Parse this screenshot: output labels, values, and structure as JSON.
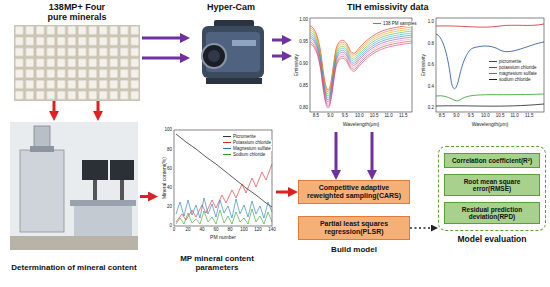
{
  "diagram": {
    "nodes": [
      {
        "text": [
          "138MP+ Four pure minerals"
        ]
      },
      {
        "text": [
          "Hyper-Cam"
        ]
      },
      {
        "text": [
          "TIH emissivity data"
        ]
      },
      {
        "text": [
          "Determination of mineral content"
        ]
      },
      {
        "text": [
          "MP mineral content parameters"
        ]
      },
      {
        "text": [
          "Competitive adaptive reweighted sampling(CARS)"
        ]
      },
      {
        "text": [
          "Partial least squares regression(PLSR)"
        ]
      },
      {
        "text": [
          "Model evaluation"
        ]
      },
      {
        "text": [
          "Correlation coefficient(R²)"
        ],
        "in": 7
      },
      {
        "text": [
          "Root mean square error(RMSE)"
        ],
        "in": 7
      },
      {
        "text": [
          "Residual prediction deviation(RPD)"
        ],
        "in": 7
      }
    ],
    "edges": [
      {
        "from": 0,
        "to": 1,
        "arrow": "to"
      },
      {
        "from": 0,
        "to": 1,
        "arrow": "to"
      },
      {
        "from": 1,
        "to": 2,
        "arrow": "to"
      },
      {
        "from": 1,
        "to": 2,
        "arrow": "to"
      },
      {
        "from": 2,
        "to": 5,
        "arrow": "to"
      },
      {
        "from": 2,
        "to": 5,
        "arrow": "to"
      },
      {
        "from": 0,
        "to": 3,
        "arrow": "to"
      },
      {
        "from": 0,
        "to": 3,
        "arrow": "to"
      },
      {
        "from": 3,
        "to": 4,
        "arrow": "to"
      },
      {
        "from": 4,
        "to": 5,
        "arrow": "to"
      },
      {
        "from": 6,
        "to": 7,
        "arrow": "to"
      }
    ],
    "labels": [
      "Build model",
      "Emissivity",
      "Wavelength(μm)",
      "8.5",
      "9.0",
      "9.5",
      "10.0",
      "10.5",
      "11.0",
      "11.5",
      "1.00",
      "0.95",
      "0.90",
      "0.85",
      "0.80",
      "Emissivity",
      "Wavelength(μm)",
      "8.5",
      "9.0",
      "9.5",
      "10.0",
      "10.5",
      "11.0",
      "11.5",
      "1.0",
      "0.8",
      "0.6",
      "0.4",
      "0.2",
      "Mineral content(%)",
      "PM number",
      "0",
      "20",
      "40",
      "60",
      "80",
      "100",
      "120",
      "140",
      "0",
      "20",
      "40",
      "60",
      "80",
      "100"
    ],
    "legend": [
      {
        "text": "138 PM samples"
      },
      {
        "text": "picromerite"
      },
      {
        "text": "potassium chloride"
      },
      {
        "text": "magnesium sulfate"
      },
      {
        "text": "sodium chloride"
      },
      {
        "text": "Picromerite"
      },
      {
        "text": "Potassium chloride"
      },
      {
        "text": "Magnesium sulfate"
      },
      {
        "text": "Sodium chloride"
      }
    ]
  }
}
